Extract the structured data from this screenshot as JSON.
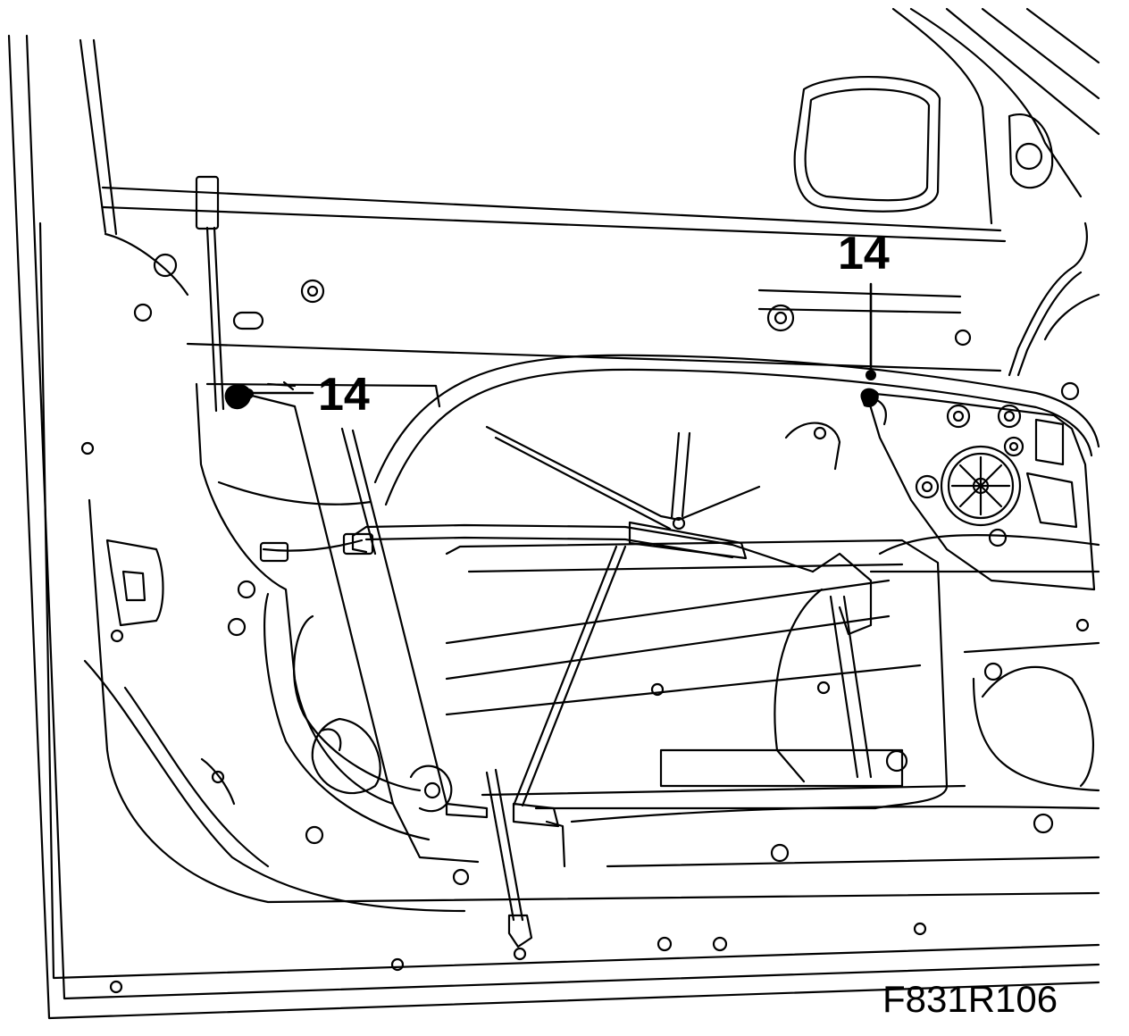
{
  "callouts": [
    {
      "label": "14"
    },
    {
      "label": "14"
    }
  ],
  "figure_id": "F831R106",
  "colors": {
    "line": "#000000",
    "background": "#ffffff"
  }
}
